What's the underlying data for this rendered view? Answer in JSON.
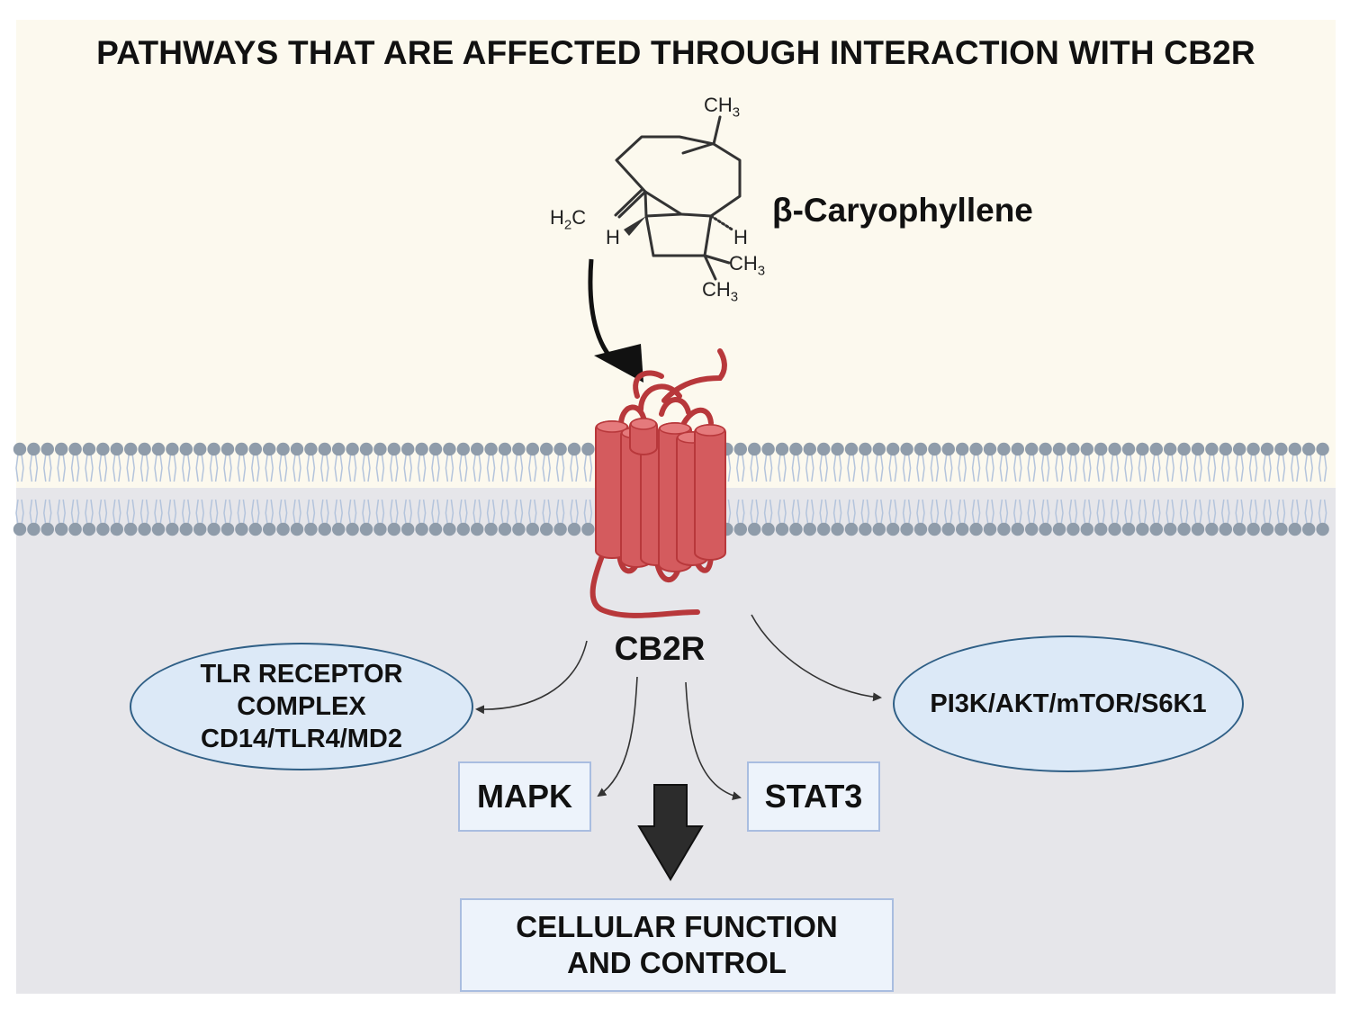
{
  "title": "PATHWAYS THAT ARE AFFECTED THROUGH INTERACTION WITH CB2R",
  "molecule": {
    "name": "β-Caryophyllene",
    "labels": {
      "ch3_top": "CH",
      "ch2": "H",
      "h_left": "H",
      "h_right": "H",
      "ch3_right": "CH",
      "ch3_bottom": "CH"
    },
    "subscripts": {
      "three": "3",
      "two": "2"
    },
    "ch2_c": "C"
  },
  "receptor": {
    "label": "CB2R"
  },
  "pathways": {
    "tlr": {
      "lines": [
        "TLR RECEPTOR",
        "COMPLEX",
        "CD14/TLR4/MD2"
      ]
    },
    "pi3k": {
      "label": "PI3K/AKT/mTOR/S6K1"
    },
    "mapk": {
      "label": "MAPK"
    },
    "stat3": {
      "label": "STAT3"
    }
  },
  "outcome": {
    "lines": [
      "CELLULAR FUNCTION",
      "AND CONTROL"
    ]
  },
  "colors": {
    "extracellular_bg": "#fcf9ee",
    "intracellular_bg": "#e6e6ea",
    "membrane_head": "#8f9caa",
    "membrane_tail": "#b4c4dc",
    "receptor_fill": "#d45b5e",
    "receptor_dark": "#b8383b",
    "ellipse_fill": "#dce9f7",
    "ellipse_stroke": "#2f5f86",
    "box_fill": "#edf3fb",
    "box_stroke": "#a9bde0",
    "arrow": "#333333"
  }
}
